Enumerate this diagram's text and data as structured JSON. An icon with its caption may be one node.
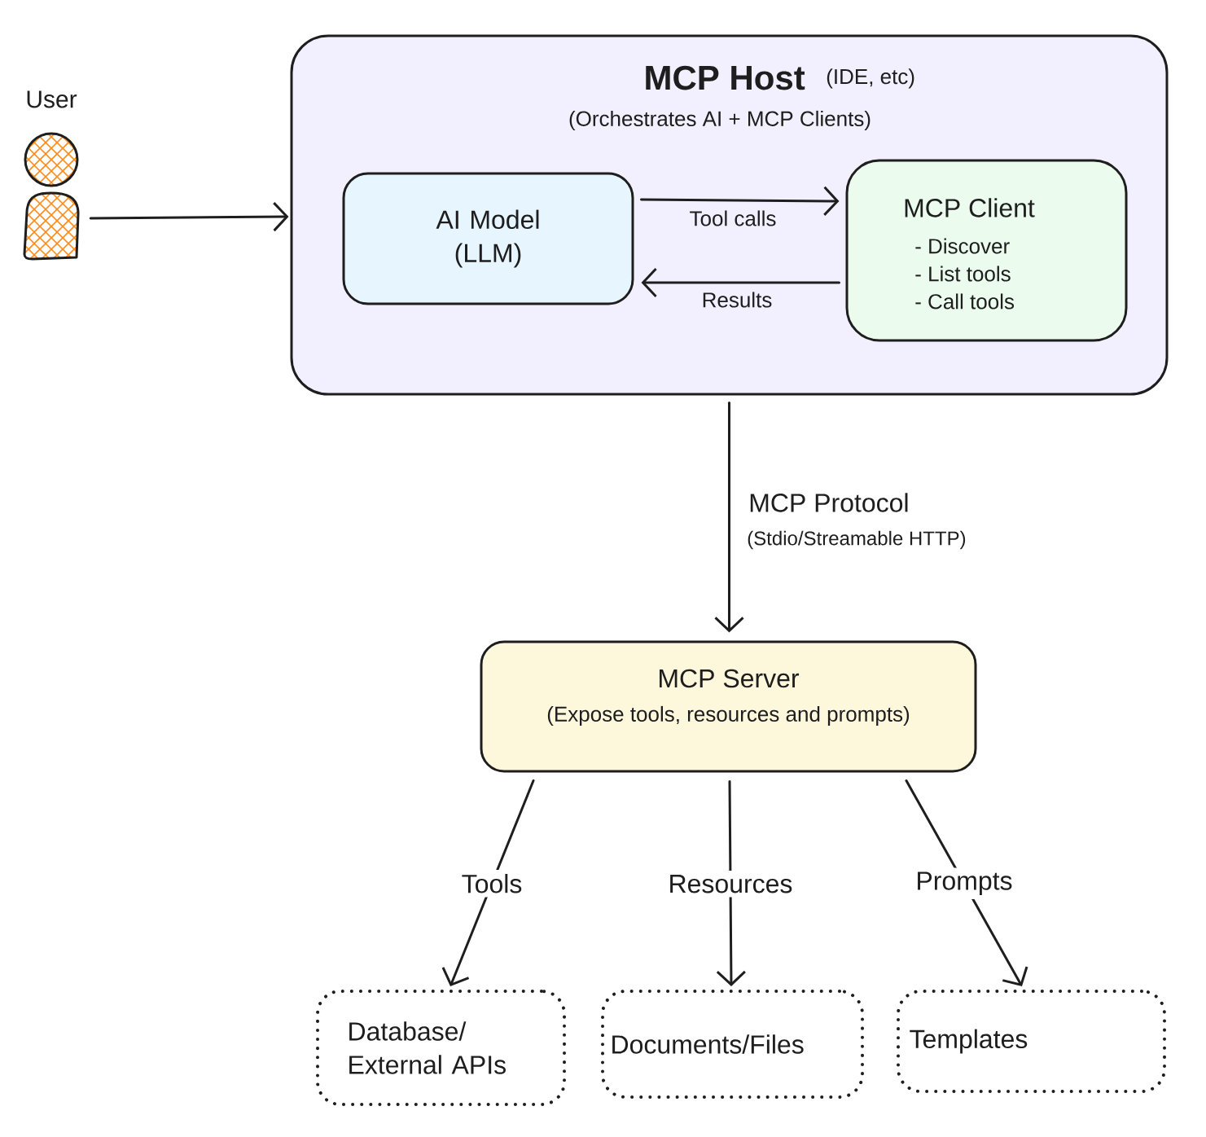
{
  "diagram": {
    "nodes": [
      {
        "text": [
          "User"
        ]
      },
      {
        "text": [
          "MCP Host",
          "(IDE, etc)",
          "(Orchestrates AI + MCP Clients)"
        ]
      },
      {
        "text": [
          "AI Model (LLM)"
        ],
        "in": 1
      },
      {
        "text": [
          "MCP Client",
          "- Discover",
          "- List tools",
          "- Call tools"
        ],
        "in": 1
      },
      {
        "text": [
          "MCP Server",
          "(Expose tools, resources and prompts)"
        ]
      },
      {
        "text": [
          "Database/ External APIs"
        ]
      },
      {
        "text": [
          "Documents/Files"
        ]
      },
      {
        "text": [
          "Templates"
        ]
      }
    ],
    "edges": [
      {
        "from": 0,
        "to": 1,
        "arrow": "to"
      },
      {
        "from": 2,
        "to": 3,
        "arrow": "to",
        "label": "Tool calls"
      },
      {
        "from": 3,
        "to": 2,
        "arrow": "to",
        "label": "Results"
      },
      {
        "from": 1,
        "to": 4,
        "arrow": "to",
        "label": "MCP Protocol"
      },
      {
        "from": 4,
        "to": 5,
        "arrow": "to",
        "label": "Tools"
      },
      {
        "from": 4,
        "to": 6,
        "arrow": "to",
        "label": "Resources"
      },
      {
        "from": 4,
        "to": 7,
        "arrow": "to",
        "label": "Prompts"
      }
    ],
    "labels": [
      "(Stdio/Streamable HTTP)"
    ]
  }
}
